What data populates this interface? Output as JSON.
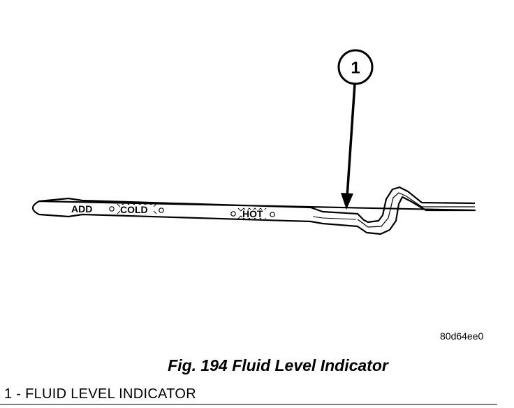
{
  "diagram": {
    "callout": "1",
    "dipstick_markings": {
      "add": "ADD",
      "cold": "COLD",
      "hot": "HOT"
    },
    "image_id": "80d64ee0"
  },
  "caption": {
    "figure": "Fig. 194 Fluid Level Indicator"
  },
  "legend": {
    "items": [
      "1 - FLUID LEVEL INDICATOR"
    ]
  }
}
